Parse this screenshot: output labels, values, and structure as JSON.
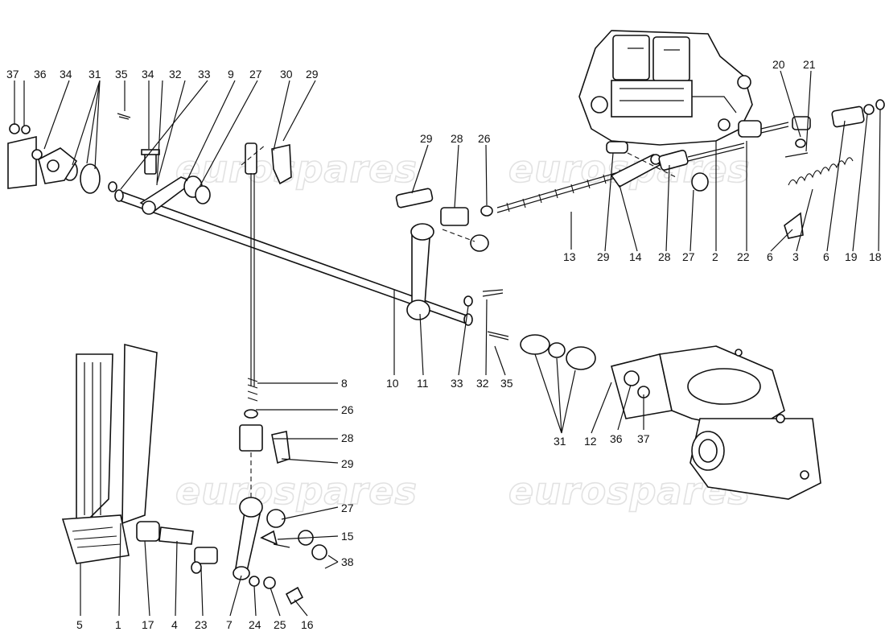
{
  "watermark": "eurospares",
  "callouts": {
    "c37a": "37",
    "c36a": "36",
    "c34a": "34",
    "c31a": "31",
    "c35a": "35",
    "c34b": "34",
    "c32a": "32",
    "c33a": "33",
    "c9": "9",
    "c27a": "27",
    "c30": "30",
    "c29a": "29",
    "c29b": "29",
    "c28a": "28",
    "c26a": "26",
    "c20": "20",
    "c21": "21",
    "c13": "13",
    "c29c": "29",
    "c14": "14",
    "c28b": "28",
    "c27b": "27",
    "c2": "2",
    "c22": "22",
    "c6a": "6",
    "c3": "3",
    "c6b": "6",
    "c19": "19",
    "c18": "18",
    "c8": "8",
    "c10": "10",
    "c11": "11",
    "c33b": "33",
    "c32b": "32",
    "c35b": "35",
    "c26b": "26",
    "c28c": "28",
    "c29d": "29",
    "c31b": "31",
    "c12": "12",
    "c36b": "36",
    "c37b": "37",
    "c27c": "27",
    "c15": "15",
    "c38": "38",
    "c5": "5",
    "c1": "1",
    "c17": "17",
    "c4": "4",
    "c23": "23",
    "c7": "7",
    "c24": "24",
    "c25": "25",
    "c16": "16"
  }
}
